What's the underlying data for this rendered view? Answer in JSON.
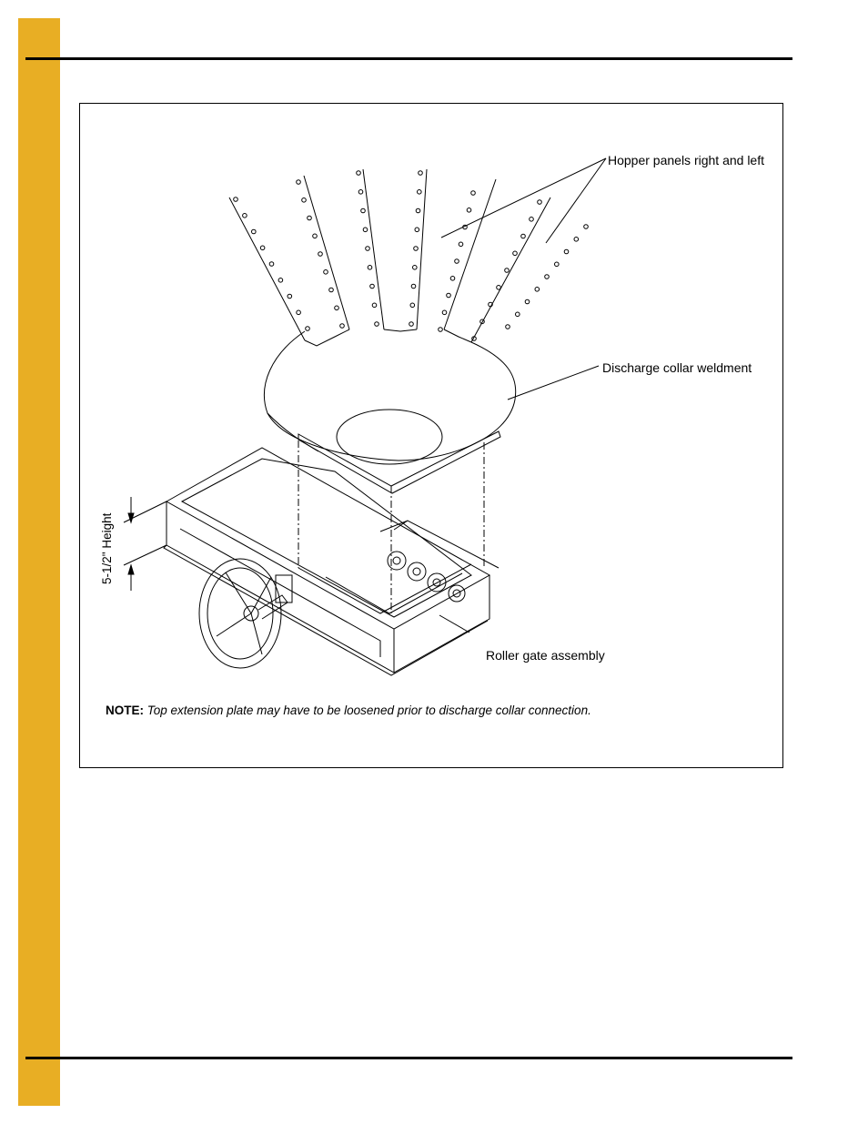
{
  "page": {
    "accent_color": "#e8ae24"
  },
  "figure": {
    "callouts": {
      "hopper_panels": "Hopper panels right and left",
      "discharge_collar": "Discharge collar weldment",
      "roller_gate": "Roller gate assembly",
      "height": "5-1/2\" Height"
    },
    "note": {
      "label": "NOTE:",
      "text": "Top extension plate may have to be loosened prior to discharge collar connection."
    }
  }
}
